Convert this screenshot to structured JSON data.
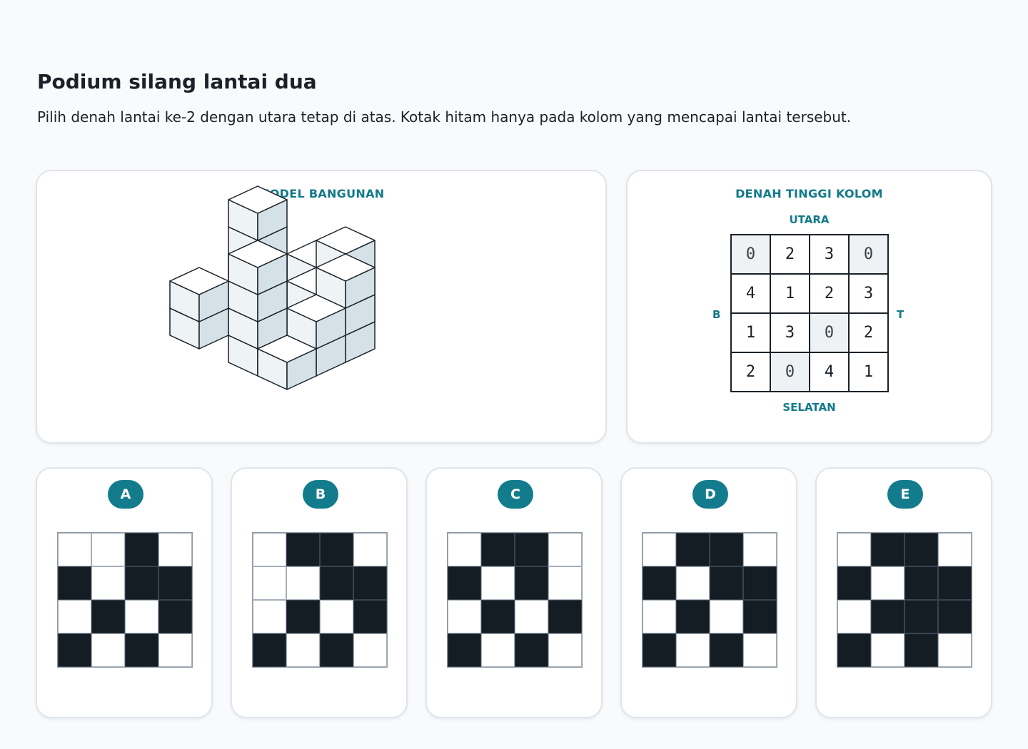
{
  "header": {
    "title": "Podium silang lantai dua",
    "subtitle": "Pilih denah lantai ke-2 dengan utara tetap di atas. Kotak hitam hanya pada kolom yang mencapai lantai tersebut."
  },
  "model": {
    "label": "MODEL BANGUNAN",
    "heights": [
      [
        0,
        2,
        3,
        0
      ],
      [
        4,
        1,
        2,
        3
      ],
      [
        1,
        3,
        0,
        2
      ],
      [
        2,
        0,
        4,
        1
      ]
    ]
  },
  "plan": {
    "label": "DENAH TINGGI KOLOM",
    "north": "UTARA",
    "south": "SELATAN",
    "west": "B",
    "east": "T",
    "rows": [
      [
        "0",
        "2",
        "3",
        "0"
      ],
      [
        "4",
        "1",
        "2",
        "3"
      ],
      [
        "1",
        "3",
        "0",
        "2"
      ],
      [
        "2",
        "0",
        "4",
        "1"
      ]
    ]
  },
  "options": [
    {
      "letter": "A",
      "cells": [
        [
          0,
          0,
          1,
          0
        ],
        [
          1,
          0,
          1,
          1
        ],
        [
          0,
          1,
          0,
          1
        ],
        [
          1,
          0,
          1,
          0
        ]
      ]
    },
    {
      "letter": "B",
      "cells": [
        [
          0,
          1,
          1,
          0
        ],
        [
          0,
          0,
          1,
          1
        ],
        [
          0,
          1,
          0,
          1
        ],
        [
          1,
          0,
          1,
          0
        ]
      ]
    },
    {
      "letter": "C",
      "cells": [
        [
          0,
          1,
          1,
          0
        ],
        [
          1,
          0,
          1,
          0
        ],
        [
          0,
          1,
          0,
          1
        ],
        [
          1,
          0,
          1,
          0
        ]
      ]
    },
    {
      "letter": "D",
      "cells": [
        [
          0,
          1,
          1,
          0
        ],
        [
          1,
          0,
          1,
          1
        ],
        [
          0,
          1,
          0,
          1
        ],
        [
          1,
          0,
          1,
          0
        ]
      ]
    },
    {
      "letter": "E",
      "cells": [
        [
          0,
          1,
          1,
          0
        ],
        [
          1,
          0,
          1,
          1
        ],
        [
          0,
          1,
          1,
          1
        ],
        [
          1,
          0,
          1,
          0
        ]
      ]
    }
  ],
  "colors": {
    "accent": "#137c8c",
    "filled": "#141c24",
    "cube_top": "#ffffff",
    "cube_left": "#eef3f6",
    "cube_right": "#d4e2e8"
  }
}
